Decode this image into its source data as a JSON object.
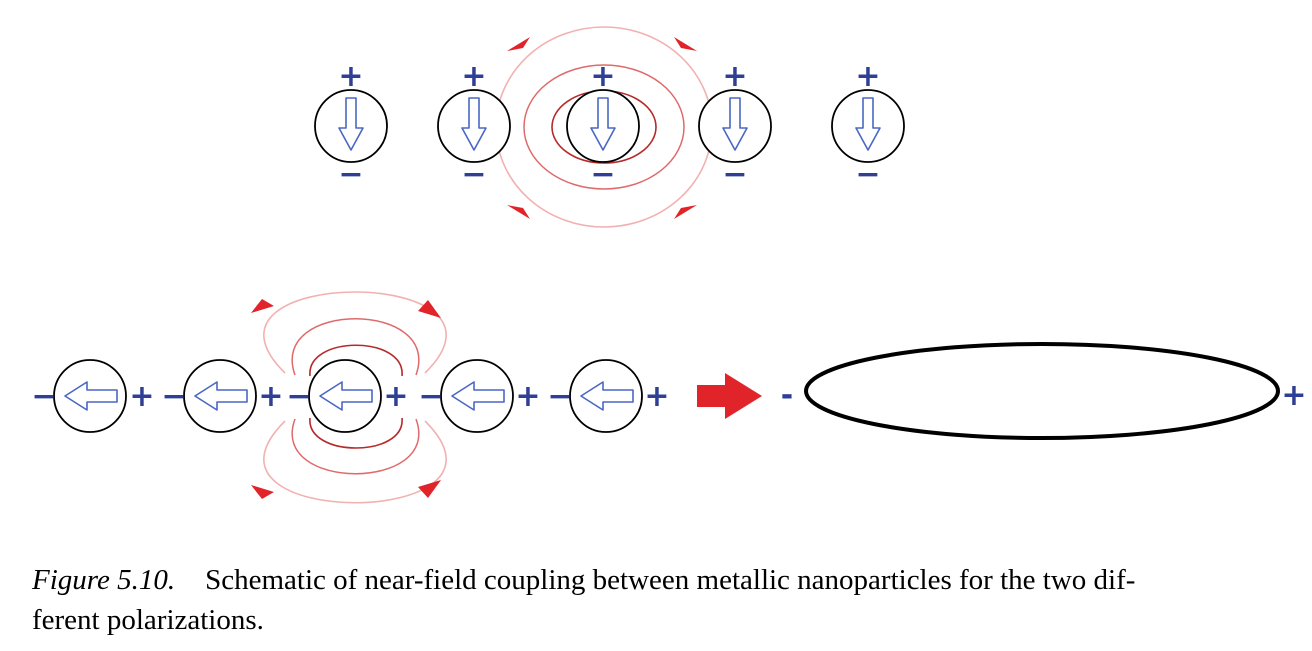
{
  "figure": {
    "colors": {
      "charge": "#2e3f95",
      "field_dark": "#b52a2a",
      "field_mid": "#de6a6a",
      "field_light": "#f2b1b1",
      "arrowhead": "#e0242a",
      "outline": "#000000",
      "dipole_arrow": "#4a67c4"
    },
    "top_row": {
      "polarization": "vertical",
      "particle_count": 5,
      "signs": {
        "top": "+",
        "bottom": "−"
      }
    },
    "bottom_row": {
      "polarization": "horizontal",
      "particle_count": 5,
      "signs": {
        "left": "−",
        "right": "+"
      }
    },
    "equivalent": {
      "shape": "ellipse",
      "signs": {
        "left": "-",
        "right": "+"
      }
    }
  },
  "caption": {
    "label": "Figure 5.10.",
    "line1": "Schematic of near-field coupling between metallic nanoparticles for the two dif-",
    "line2": "ferent polarizations."
  }
}
